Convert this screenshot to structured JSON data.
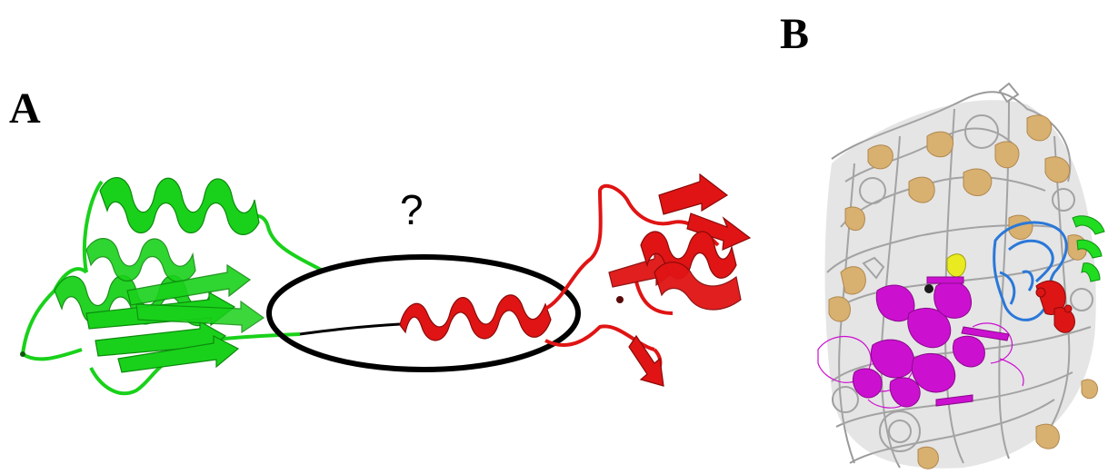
{
  "panels": {
    "a": {
      "label": "A",
      "annotation": "?"
    },
    "b": {
      "label": "B"
    }
  },
  "colors": {
    "domain_n": "#19d11a",
    "domain_c": "#e01414",
    "linker": "#000000",
    "rna": "#9a9a9a",
    "proteins": "#d8b070",
    "highlight_magenta": "#cc10d0",
    "highlight_blue": "#2a78d8",
    "highlight_yellow": "#eaea20",
    "highlight_green": "#20dd20",
    "highlight_red": "#dd1515"
  },
  "icons": {
    "panel_a": "protein-ribbon-two-domain-figure",
    "panel_b": "ribosome-complex-figure"
  }
}
